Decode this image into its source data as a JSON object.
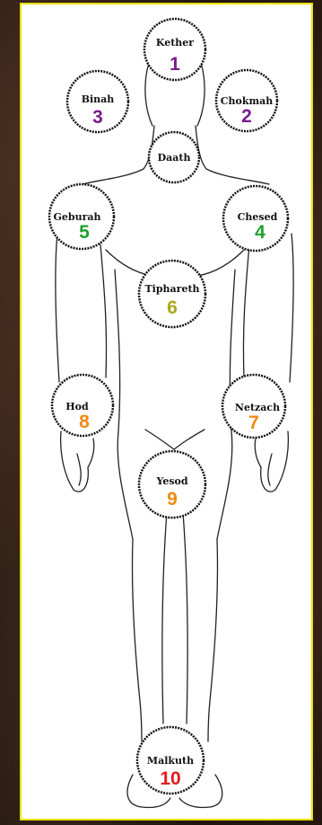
{
  "colors": {
    "frame_border": "#e8e000",
    "purple": "#7b1c8c",
    "green": "#1fa12e",
    "olive": "#a8a81a",
    "orange": "#f08a12",
    "red": "#e31b1b"
  },
  "sefirot": [
    {
      "id": "kether",
      "name": "Kether",
      "number": "1",
      "color": "#7b1c8c"
    },
    {
      "id": "chokmah",
      "name": "Chokmah",
      "number": "2",
      "color": "#7b1c8c"
    },
    {
      "id": "binah",
      "name": "Binah",
      "number": "3",
      "color": "#7b1c8c"
    },
    {
      "id": "daath",
      "name": "Daath",
      "number": "",
      "color": "#111111"
    },
    {
      "id": "chesed",
      "name": "Chesed",
      "number": "4",
      "color": "#1fa12e"
    },
    {
      "id": "geburah",
      "name": "Geburah",
      "number": "5",
      "color": "#1fa12e"
    },
    {
      "id": "tiphareth",
      "name": "Tiphareth",
      "number": "6",
      "color": "#a8a81a"
    },
    {
      "id": "netzach",
      "name": "Netzach",
      "number": "7",
      "color": "#f08a12"
    },
    {
      "id": "hod",
      "name": "Hod",
      "number": "8",
      "color": "#f08a12"
    },
    {
      "id": "yesod",
      "name": "Yesod",
      "number": "9",
      "color": "#f08a12"
    },
    {
      "id": "malkuth",
      "name": "Malkuth",
      "number": "10",
      "color": "#e31b1b"
    }
  ]
}
